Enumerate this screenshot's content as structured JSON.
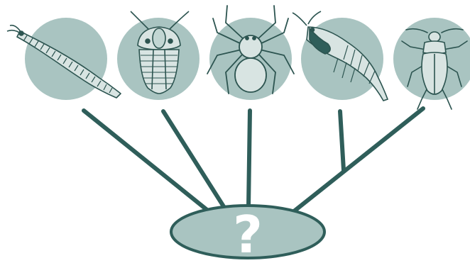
{
  "diagram": {
    "root_label": "?",
    "colors": {
      "line": "#2f5e5a",
      "circle_fill": "#a9c4c1",
      "ellipse_fill": "#a9c4c1",
      "animal_fill": "#d8e4e2",
      "animal_stroke": "#2c5450",
      "qmark": "#ffffff"
    },
    "taxa": [
      {
        "name": "millipede",
        "icon": "millipede-icon"
      },
      {
        "name": "trilobite",
        "icon": "trilobite-icon"
      },
      {
        "name": "spider",
        "icon": "spider-icon"
      },
      {
        "name": "shrimp",
        "icon": "shrimp-icon"
      },
      {
        "name": "beetle",
        "icon": "beetle-icon"
      }
    ]
  }
}
